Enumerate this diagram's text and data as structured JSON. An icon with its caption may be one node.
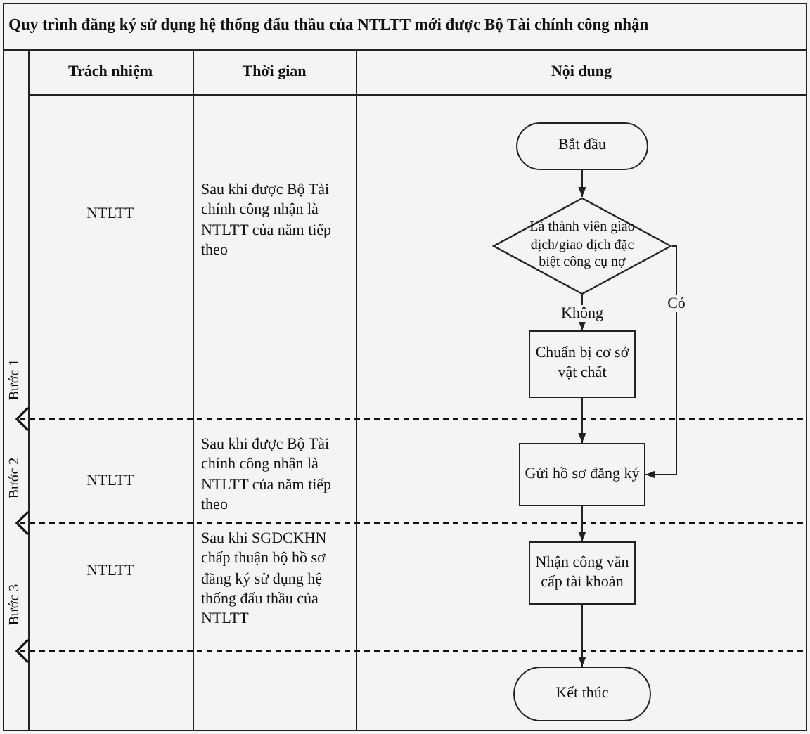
{
  "diagram": {
    "title": "Quy trình đăng ký sử dụng hệ thống đấu thầu của NTLTT mới được Bộ Tài chính công nhận",
    "nodes": [
      {
        "text": [
          "Bắt đầu"
        ]
      },
      {
        "text": [
          "Là thành viên giao dịch/giao dịch đặc biệt công cụ nợ"
        ]
      },
      {
        "text": [
          "Chuẩn bị cơ sở vật chất"
        ]
      },
      {
        "text": [
          "Gửi hồ sơ đăng ký"
        ]
      },
      {
        "text": [
          "Nhận công văn cấp tài khoản"
        ]
      },
      {
        "text": [
          "Kết thúc"
        ]
      }
    ],
    "edges": [
      {
        "from": 0,
        "to": 1,
        "arrow": "to"
      },
      {
        "from": 1,
        "to": 2,
        "arrow": "to",
        "label": "Không"
      },
      {
        "from": 2,
        "to": 3,
        "arrow": "to"
      },
      {
        "from": 1,
        "to": 3,
        "arrow": "to",
        "label": "Có"
      },
      {
        "from": 3,
        "to": 4,
        "arrow": "to"
      },
      {
        "from": 4,
        "to": 5,
        "arrow": "to"
      }
    ],
    "labels": [
      "Trách nhiệm",
      "Thời gian",
      "Nội dung",
      "NTLTT",
      "Sau khi được Bộ Tài chính công nhận là NTLTT của năm tiếp theo",
      "NTLTT",
      "Sau khi được Bộ Tài chính công nhận là NTLTT của năm tiếp theo",
      "NTLTT",
      "Sau khi SGDCKHN chấp thuận bộ hồ sơ đăng ký sử dụng hệ thống đấu thầu của NTLTT",
      "Bước 1",
      "Bước 2",
      "Bước 3"
    ]
  }
}
